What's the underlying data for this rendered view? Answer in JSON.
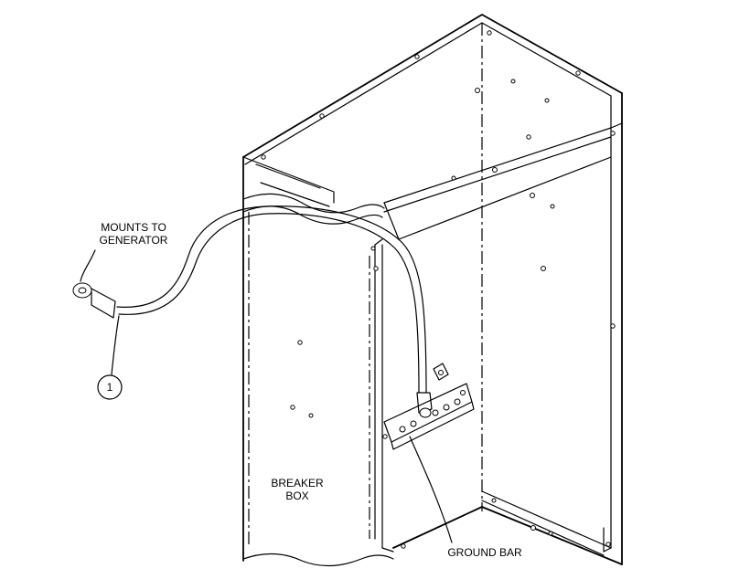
{
  "labels": {
    "mounts_line1": "MOUNTS TO",
    "mounts_line2": "GENERATOR",
    "breaker_line1": "BREAKER",
    "breaker_line2": "BOX",
    "ground_bar": "GROUND BAR",
    "callout_number": "1"
  },
  "colors": {
    "line": "#000000",
    "background": "#ffffff"
  }
}
